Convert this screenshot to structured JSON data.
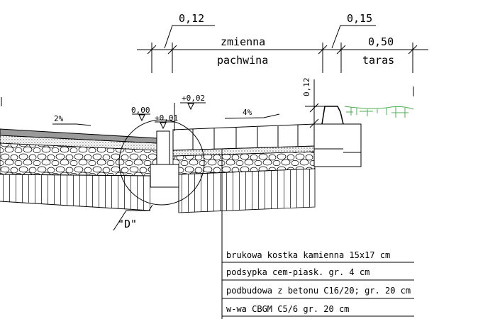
{
  "dimensions": {
    "curb_gap": "0,12",
    "gutter_top": "zmienna",
    "gutter_bottom": "pachwina",
    "curb_width": "0,15",
    "terrace_width": "0,50",
    "terrace_label": "taras",
    "curb_height": "0,12"
  },
  "slopes": {
    "road": "2%",
    "gutter": "4%"
  },
  "levels": {
    "road_edge": "0,00",
    "curb_top": "+0,01",
    "gutter_edge": "+0,02"
  },
  "detail_label": "\"D\"",
  "legend": [
    "brukowa kostka kamienna 15x17 cm",
    "podsypka cem-piask. gr. 4 cm",
    "podbudowa z betonu C16/20; gr. 20 cm",
    "w-wa CBGM C5/6 gr. 20 cm"
  ],
  "colors": {
    "lines": "#000000",
    "asphalt": "#9a9a9a",
    "vegetation": "#4caf50"
  }
}
